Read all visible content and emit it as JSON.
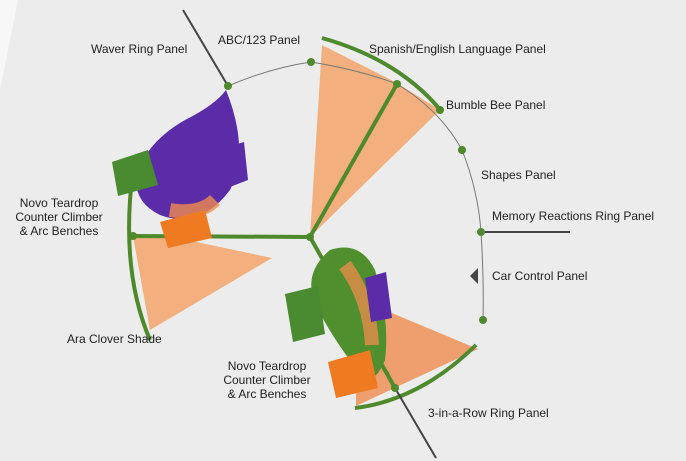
{
  "labels": {
    "waver_ring_panel": "Waver Ring Panel",
    "abc_123_panel": "ABC/123 Panel",
    "spanish_english_panel": "Spanish/English Language Panel",
    "bumble_bee_panel": "Bumble Bee Panel",
    "shapes_panel": "Shapes Panel",
    "memory_reactions_panel": "Memory Reactions Ring Panel",
    "car_control_panel": "Car Control Panel",
    "novo_left": [
      "Novo Teardrop",
      "Counter Climber",
      "& Arc Benches"
    ],
    "ara_clover_shade": "Ara Clover Shade",
    "novo_bottom": [
      "Novo Teardrop",
      "Counter Climber",
      "& Arc Benches"
    ],
    "three_in_a_row_panel": "3-in-a-Row Ring Panel"
  },
  "colors": {
    "background": "#ececec",
    "accent_green": "#4e8a2c",
    "shade_orange": "#f4a46a",
    "teardrop_purple": "#5a2ca8",
    "teardrop_green": "#4f8f2e",
    "bench_orange": "#ef7a22",
    "bench_green": "#4a8a30",
    "pole": "#444444"
  }
}
